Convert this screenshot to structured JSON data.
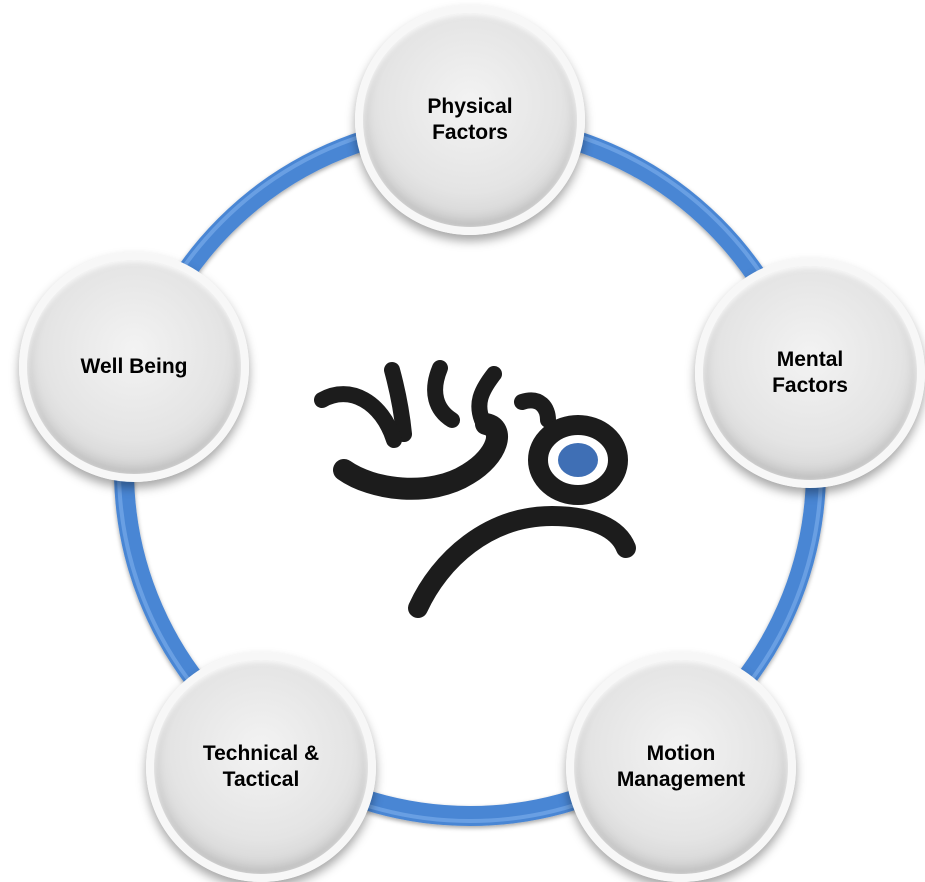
{
  "diagram": {
    "ring_color": "#4a86d4",
    "logo": {
      "color": "#1c1c1c",
      "accent_color": "#3f6fb5"
    },
    "nodes": [
      {
        "label": "Physical\nFactors"
      },
      {
        "label": "Mental\nFactors"
      },
      {
        "label": "Motion\nManagement"
      },
      {
        "label": "Technical &\nTactical"
      },
      {
        "label": "Well Being"
      }
    ]
  }
}
